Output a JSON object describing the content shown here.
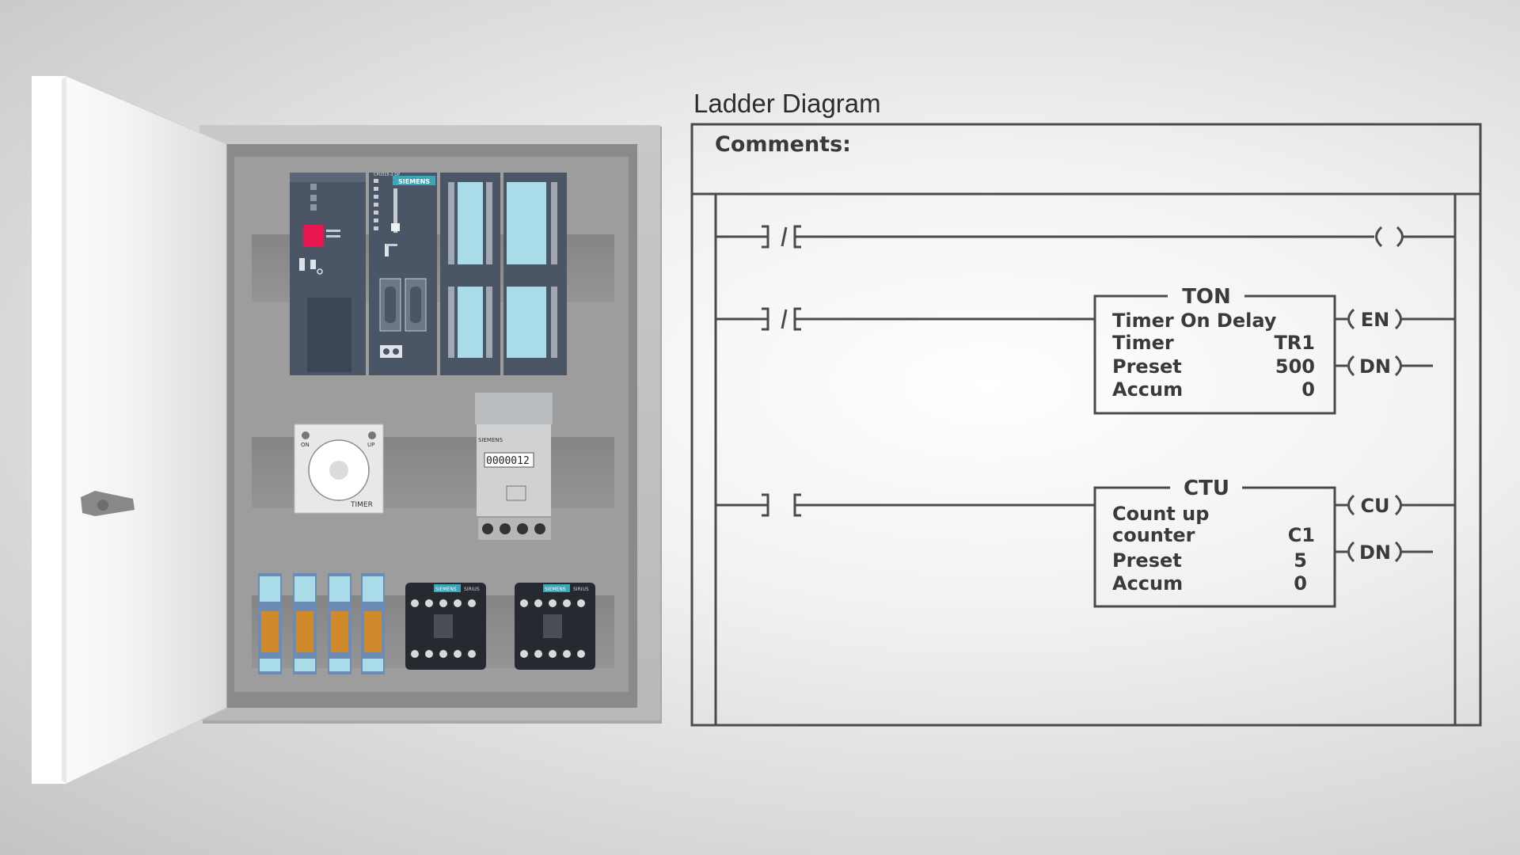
{
  "title": "Ladder Diagram",
  "comments_label": "Comments:",
  "panel": {
    "brand": "SIEMENS",
    "cpu_model": "CPU315-2 DP",
    "timer_label": "TIMER",
    "timer_on": "ON",
    "timer_up": "UP",
    "counter_display": "0000012",
    "sirius_label": "SIRIUS"
  },
  "rungs": {
    "rung1": {
      "contact": "normally-closed",
      "coil": "output-coil"
    },
    "ton": {
      "block_title": "TON",
      "line1": "Timer On Delay",
      "timer_label": "Timer",
      "timer_value": "TR1",
      "preset_label": "Preset",
      "preset_value": "500",
      "accum_label": "Accum",
      "accum_value": "0",
      "out1": "EN",
      "out2": "DN"
    },
    "ctu": {
      "block_title": "CTU",
      "line1": "Count up",
      "counter_label": "counter",
      "counter_value": "C1",
      "preset_label": "Preset",
      "preset_value": "5",
      "accum_label": "Accum",
      "accum_value": "0",
      "out1": "CU",
      "out2": "DN"
    }
  },
  "colors": {
    "line": "#4a4a4a",
    "led_red": "#e8164e",
    "io_blue": "#a9dbe9",
    "relay_orange": "#d08a2c",
    "module_dark": "#4a5666"
  }
}
